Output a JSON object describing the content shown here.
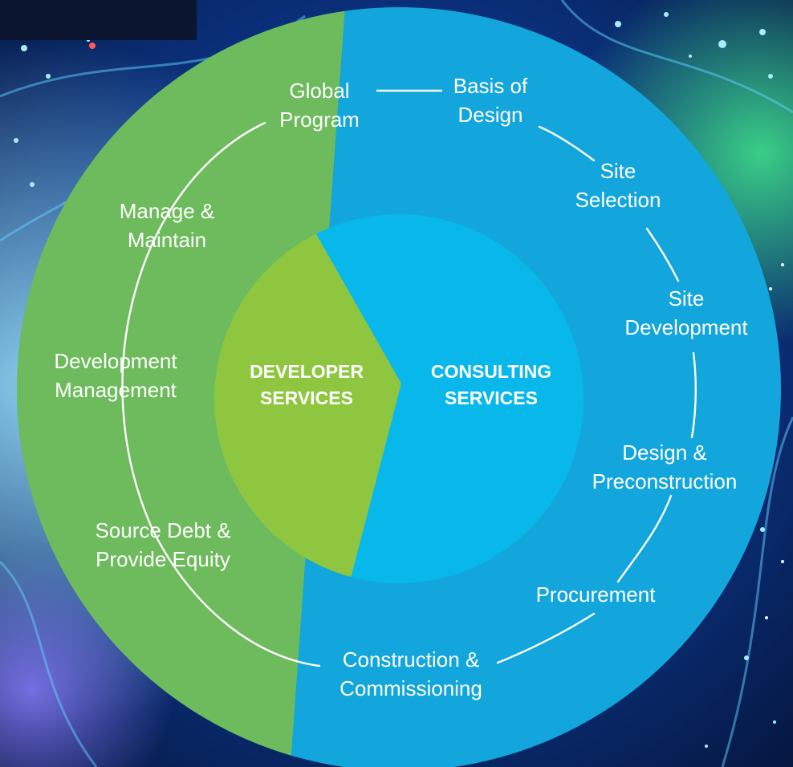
{
  "core": {
    "developer": [
      "DEVELOPER",
      "SERVICES"
    ],
    "consulting": [
      "CONSULTING",
      "SERVICES"
    ]
  },
  "cycle": {
    "global_program": [
      "Global",
      "Program"
    ],
    "basis_of_design": [
      "Basis of",
      "Design"
    ],
    "site_selection": [
      "Site",
      "Selection"
    ],
    "site_development": [
      "Site",
      "Development"
    ],
    "design_preconstruction": [
      "Design &",
      "Preconstruction"
    ],
    "procurement": [
      "Procurement"
    ],
    "construction_commissioning": [
      "Construction &",
      "Commissioning"
    ],
    "source_debt": [
      "Source Debt &",
      "Provide Equity"
    ],
    "development_management": [
      "Development",
      "Management"
    ],
    "manage_maintain": [
      "Manage &",
      "Maintain"
    ]
  },
  "colors": {
    "background": "#061a4a",
    "outer_blue": "#12a6dc",
    "inner_blue": "#08b8ea",
    "outer_green": "#6dbb5c",
    "inner_green": "#8ec63f",
    "text": "#ffffff",
    "cycle_line": "#ffffff"
  }
}
